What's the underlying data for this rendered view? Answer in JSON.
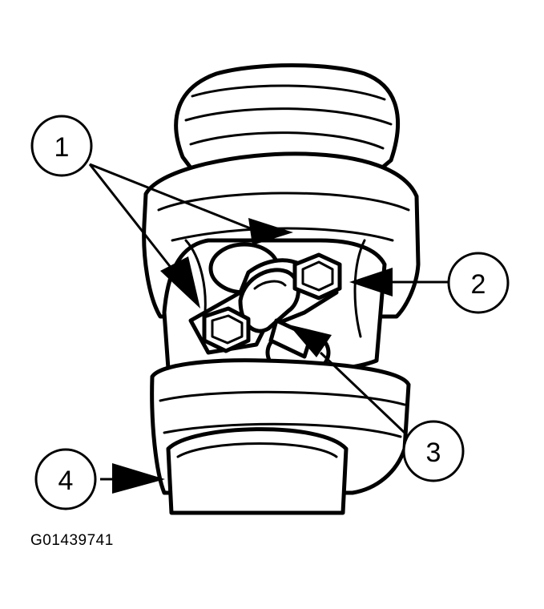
{
  "callouts": {
    "c1": "1",
    "c2": "2",
    "c3": "3",
    "c4": "4"
  },
  "reference_code": "G01439741",
  "colors": {
    "line": "#000000",
    "background": "#ffffff"
  }
}
